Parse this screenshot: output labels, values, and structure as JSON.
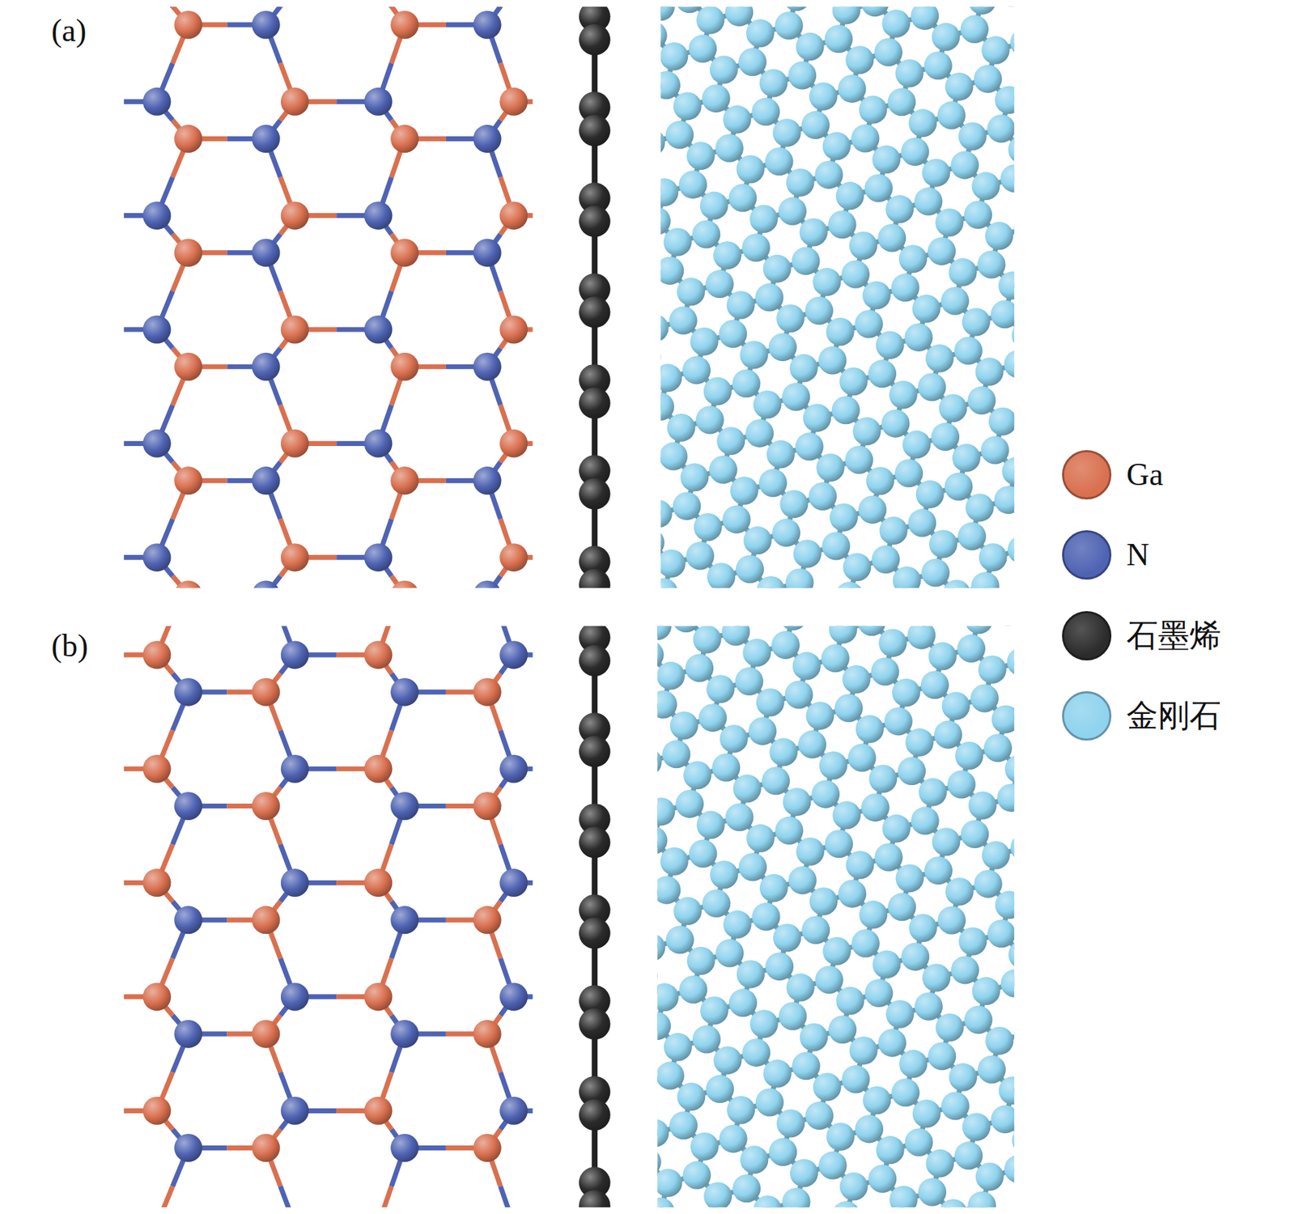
{
  "diagram": {
    "labels": [
      "(a)",
      "(b)"
    ],
    "legend": [
      {
        "text": "Ga",
        "color": "#d9704f"
      },
      {
        "text": "N",
        "color": "#4f63b3"
      },
      {
        "text": "石墨烯",
        "color": "#2b2b2b"
      },
      {
        "text": "金刚石",
        "color": "#8fd3ee"
      }
    ]
  }
}
